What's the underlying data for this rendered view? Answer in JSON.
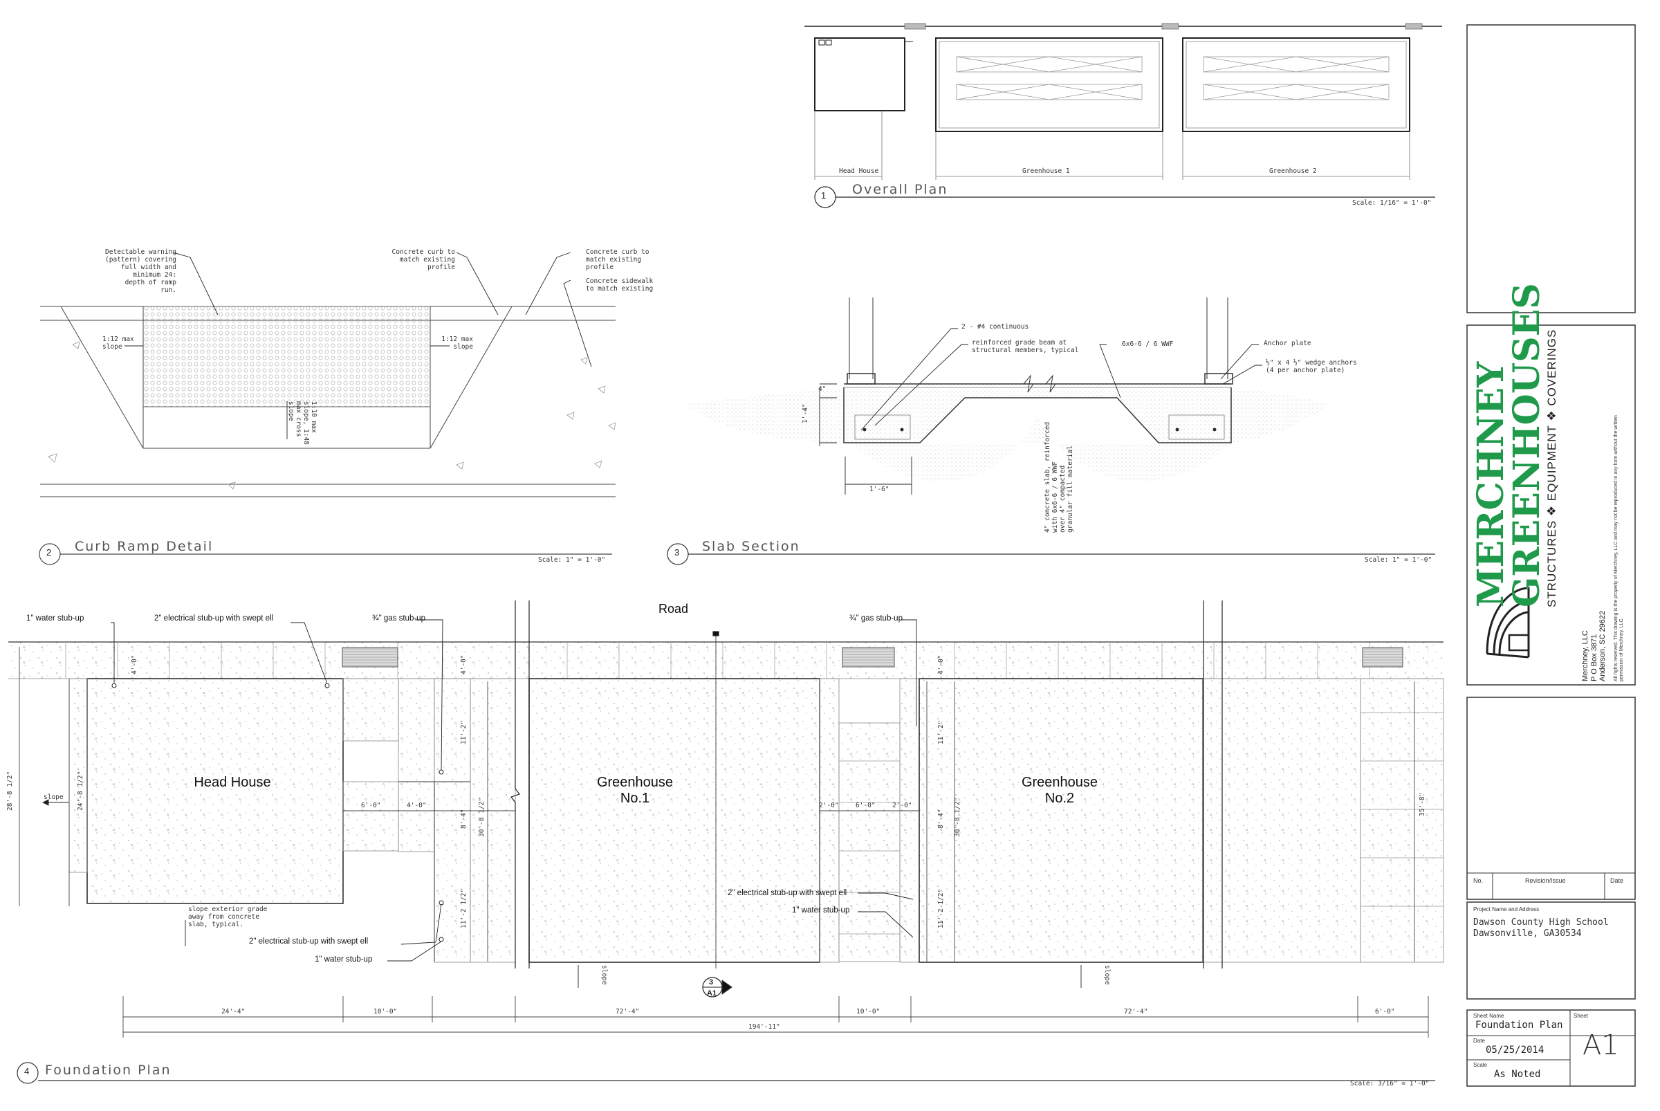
{
  "overall_plan": {
    "number": "1",
    "title": "Overall Plan",
    "scale": "Scale: 1/16\" = 1'-0\"",
    "labels": {
      "head_house": "Head House",
      "greenhouse_1": "Greenhouse 1",
      "greenhouse_2": "Greenhouse 2"
    }
  },
  "curb_ramp": {
    "number": "2",
    "title": "Curb Ramp Detail",
    "scale": "Scale: 1\" = 1'-0\"",
    "notes": {
      "warning": "Detectable warning\n(pattern) covering\nfull width and\nminimum 24:\ndepth of ramp\nrun.",
      "curb_left": "Concrete curb to\nmatch existing\nprofile",
      "curb_right": "Concrete curb to\nmatch existing\nprofile",
      "sidewalk": "Concrete sidewalk\nto match existing",
      "slope_left": "1:12 max\nslope",
      "slope_right": "1:12 max\nslope",
      "cross_slope": "1:10 max\nslope, 1:48\nmax cross\nslope"
    }
  },
  "slab_section": {
    "number": "3",
    "title": "Slab Section",
    "scale": "Scale: 1\" = 1'-0\"",
    "notes": {
      "rebar": "2 - #4 continuous",
      "grade_beam": "reinforced grade beam at\nstructural members, typical",
      "wwf": "6x6-6 / 6 WWF",
      "anchor_plate": "Anchor plate",
      "wedge": "½\" x 4 ½\" wedge anchors\n(4 per anchor plate)",
      "slab": "4\" concrete slab, reinforced\nwith 6x6-6 / 6 WWF\nover 4\" compacted\ngranular fill material"
    },
    "dims": {
      "height": "1'-4\"",
      "width": "1'-6\"",
      "top": "4\""
    }
  },
  "foundation_plan": {
    "number": "4",
    "title": "Foundation Plan",
    "scale": "Scale: 3/16\" = 1'-0\"",
    "road": "Road",
    "rooms": {
      "head_house": "Head House",
      "gh1": "Greenhouse\nNo.1",
      "gh2": "Greenhouse\nNo.2"
    },
    "callouts": {
      "water_1": "1\" water stub-up",
      "elec_1": "2\" electrical stub-up with swept ell",
      "gas_1": "¾\" gas stub-up",
      "gas_2": "¾\" gas stub-up",
      "elec_2": "2\" electrical stub-up with swept ell",
      "water_2": "1\" water stub-up",
      "elec_3": "2\" electrical stub-up with swept ell",
      "water_3": "1\" water stub-up",
      "slope_note": "slope exterior grade\naway from concrete\nslab, typical.",
      "slope_word": "slope"
    },
    "section_marker": {
      "num": "3",
      "sheet": "A1"
    },
    "dims": {
      "d_24_4": "24'-4\"",
      "d_10_0a": "10'-0\"",
      "d_72_4a": "72'-4\"",
      "d_10_0b": "10'-0\"",
      "d_72_4b": "72'-4\"",
      "d_6_0": "6'-0\"",
      "total": "194'-11\"",
      "d_6_0_mid": "6'-0\"",
      "d_4_0_mid": "4'-0\"",
      "d_2_0a": "2'-0\"",
      "d_6_0_b": "6'-0\"",
      "d_2_0b": "2'-0\"",
      "v_28_8": "28'-8 1/2\"",
      "v_24_8": "24'-8 1/2\"",
      "v_4_0a": "4'-0\"",
      "v_4_0b": "4'-0\"",
      "v_11_2a": "11'-2\"",
      "v_30_8a": "30'-8 1/2\"",
      "v_8_4a": "8'-4\"",
      "v_11_2_5a": "11'-2 1/2\"",
      "v_4_0c": "4'-0\"",
      "v_11_2b": "11'-2\"",
      "v_30_8b": "30'-8 1/2\"",
      "v_8_4b": "8'-4\"",
      "v_11_2_5b": "11'-2 1/2\"",
      "v_35_8": "35'-8\""
    }
  },
  "title_block": {
    "logo_line1": "MERCHNEY",
    "logo_line2": "GREENHOUSES",
    "logo_tagline": "STRUCTURES ❖ EQUIPMENT ❖ COVERINGS",
    "company": "Merchney, LLC",
    "po_box": "P O Box 3871",
    "city": "Anderson, SC 29622",
    "rights": "All rights reserved. This drawing is the property of Merchney, LLC and may not be reproduced in any form without the written",
    "rights2": "permission of Merchney, LLC.",
    "rev_headers": {
      "no": "No.",
      "revision": "Revision/Issue",
      "date": "Date"
    },
    "project_label": "Project Name and Address",
    "project_name": "Dawson County High School",
    "project_address": "Dawsonville, GA30534",
    "sheet_name_label": "Sheet Name",
    "sheet_name": "Foundation Plan",
    "sheet_label": "Sheet",
    "sheet_no": "A1",
    "date_label": "Date",
    "date": "05/25/2014",
    "scale_label": "Scale",
    "scale": "As Noted"
  }
}
